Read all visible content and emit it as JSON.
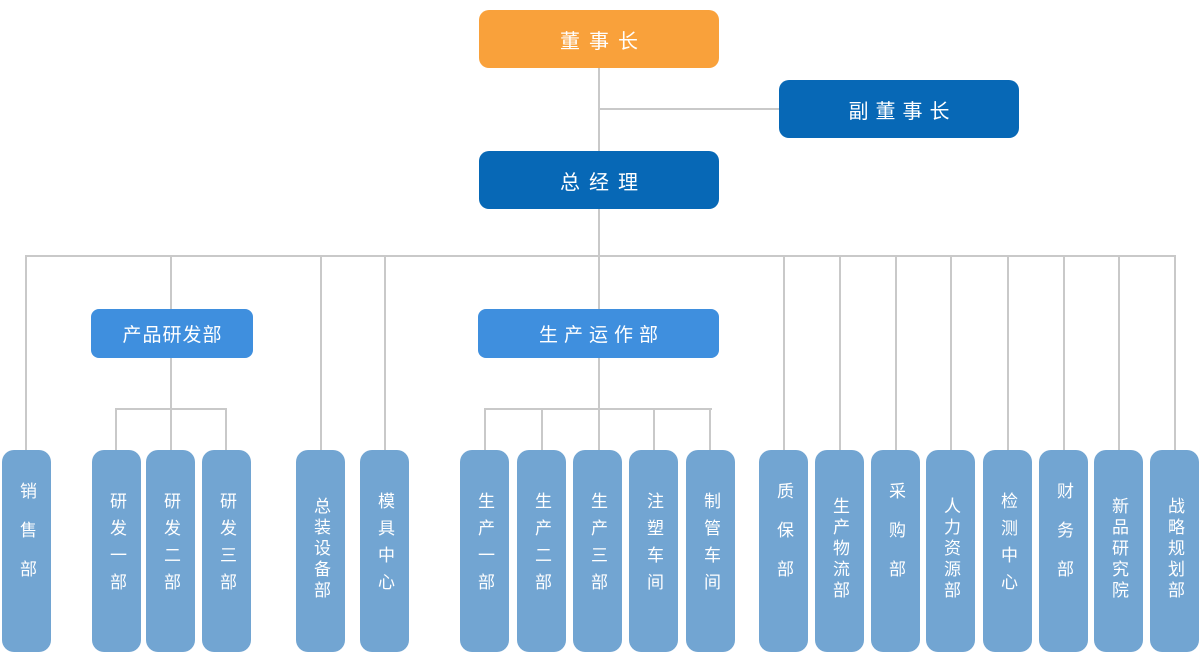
{
  "colors": {
    "chairman_box": "#F9A13B",
    "executive_box": "#0768B6",
    "department_box": "#3F8FDE",
    "leaf_box": "#72A5D2",
    "connector_line": "#C9C9C9",
    "label_text": "#FFFFFF",
    "background": "#FFFFFF"
  },
  "nodes": {
    "chairman": {
      "label": "董事长"
    },
    "vice_chairman": {
      "label": "副董事长"
    },
    "general_manager": {
      "label": "总经理"
    },
    "product_rd_dept": {
      "label": "产品研发部"
    },
    "production_ops_dept": {
      "label": "生产运作部"
    }
  },
  "leaf_nodes": [
    {
      "label": "销售部",
      "reports_to": "总经理"
    },
    {
      "label": "研发一部",
      "reports_to": "产品研发部"
    },
    {
      "label": "研发二部",
      "reports_to": "产品研发部"
    },
    {
      "label": "研发三部",
      "reports_to": "产品研发部"
    },
    {
      "label": "总装设备部",
      "reports_to": "总经理"
    },
    {
      "label": "模具中心",
      "reports_to": "总经理"
    },
    {
      "label": "生产一部",
      "reports_to": "生产运作部"
    },
    {
      "label": "生产二部",
      "reports_to": "生产运作部"
    },
    {
      "label": "生产三部",
      "reports_to": "生产运作部"
    },
    {
      "label": "注塑车间",
      "reports_to": "生产运作部"
    },
    {
      "label": "制管车间",
      "reports_to": "生产运作部"
    },
    {
      "label": "质保部",
      "reports_to": "总经理"
    },
    {
      "label": "生产物流部",
      "reports_to": "总经理"
    },
    {
      "label": "采购部",
      "reports_to": "总经理"
    },
    {
      "label": "人力资源部",
      "reports_to": "总经理"
    },
    {
      "label": "检测中心",
      "reports_to": "总经理"
    },
    {
      "label": "财务部",
      "reports_to": "总经理"
    },
    {
      "label": "新品研究院",
      "reports_to": "总经理"
    },
    {
      "label": "战略规划部",
      "reports_to": "总经理"
    }
  ]
}
